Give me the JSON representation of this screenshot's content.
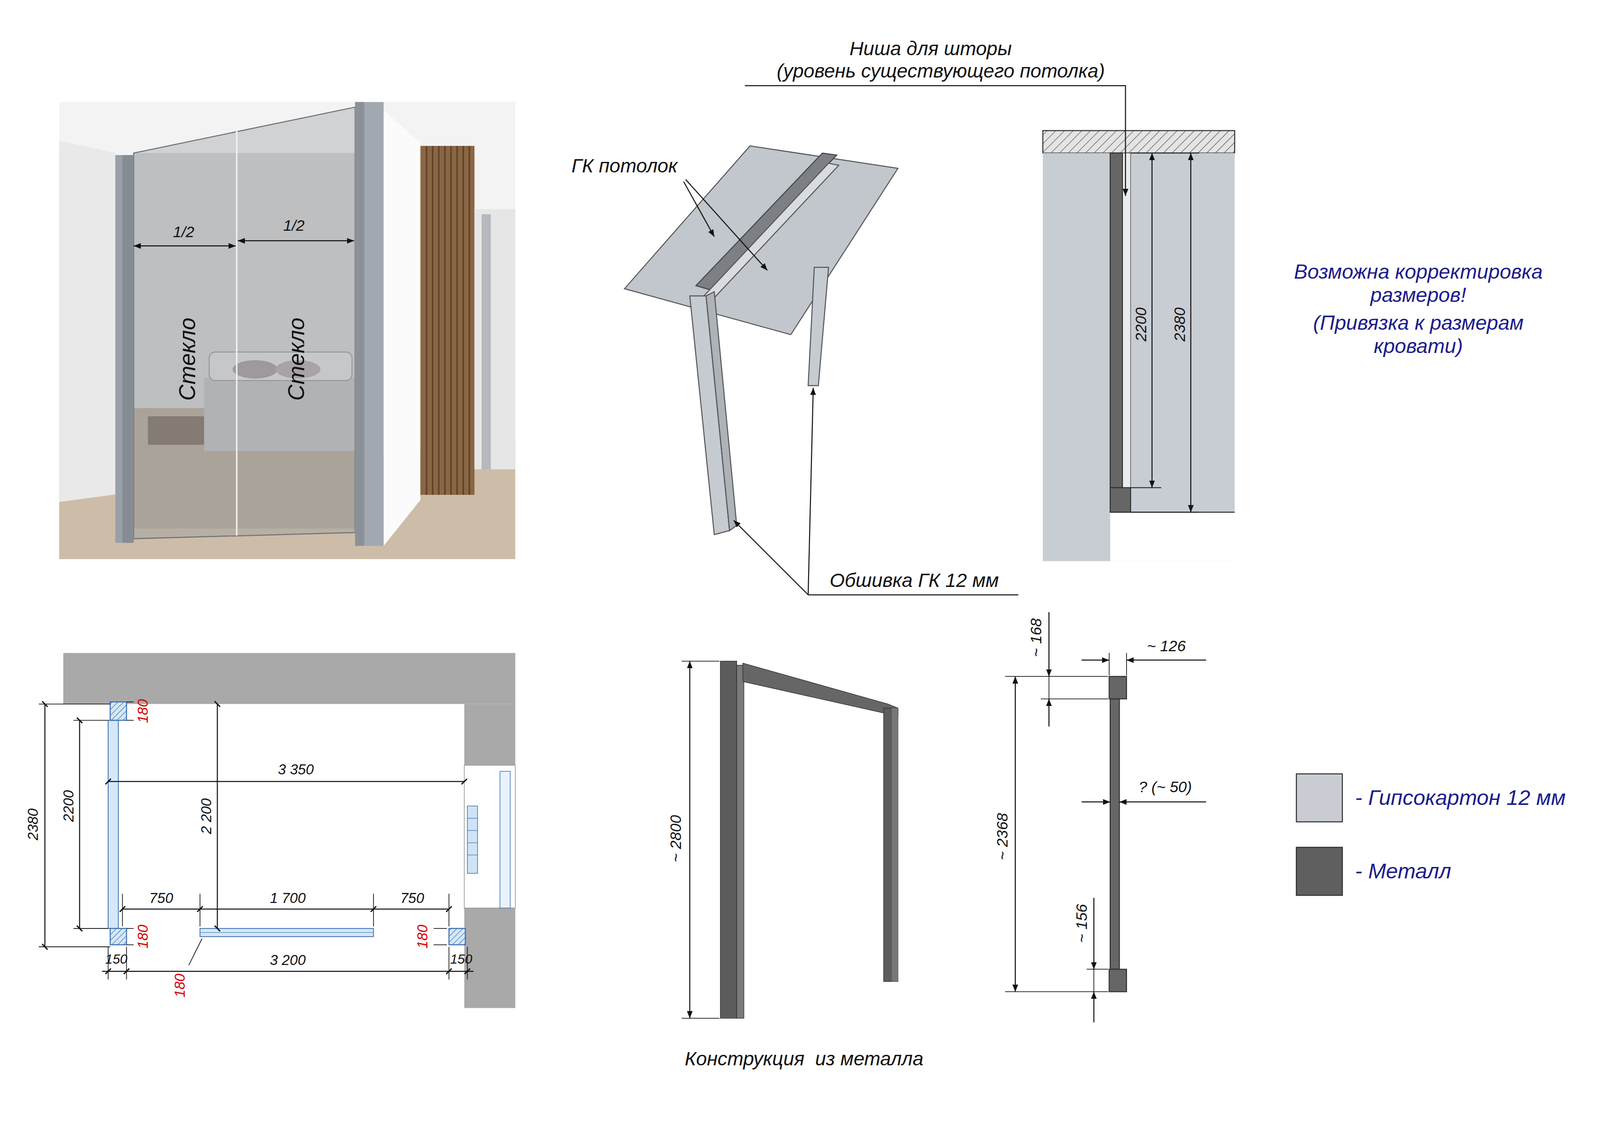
{
  "diagram": {
    "caption": "Конструкция  из металла",
    "labels": [
      "Ниша для шторы",
      "(уровень существующего потолка)",
      "ГК потолок",
      "Обшивка ГК 12 мм",
      "Стекло",
      "Стекло",
      "1/2",
      "1/2",
      "2200",
      "2380",
      "Возможна корректировка размеров!",
      "(Привязка к размерам кровати)",
      "2380",
      "2200",
      "3 350",
      "2 200",
      "750",
      "1 700",
      "750",
      "180",
      "180",
      "180",
      "150",
      "3 200",
      "150",
      "180",
      "~ 2800",
      "~ 168",
      "~ 126",
      "? (~ 50)",
      "~ 2368",
      "~ 156"
    ],
    "legend": [
      {
        "text": "- Гипсокартон 12 мм",
        "color": "#c9ccd2"
      },
      {
        "text": "- Металл",
        "color": "#5f5f5f"
      }
    ]
  }
}
